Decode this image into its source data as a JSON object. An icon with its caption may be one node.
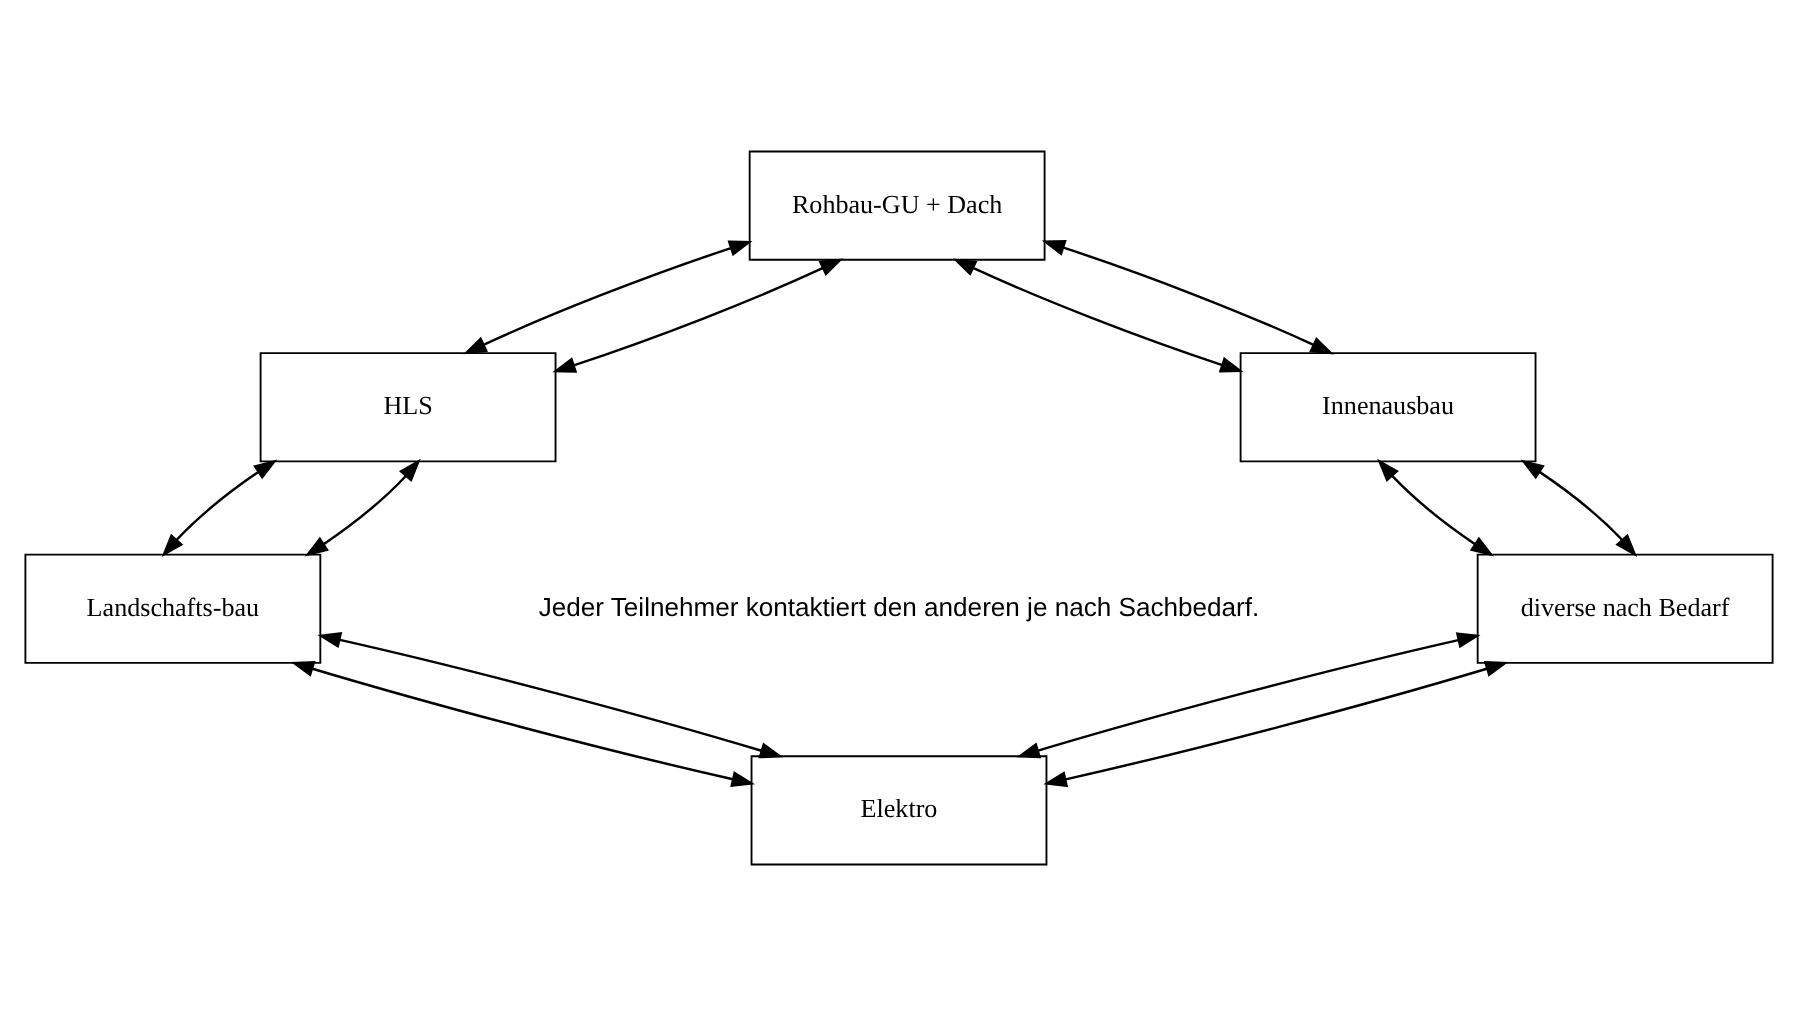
{
  "diagram": {
    "nodes": [
      {
        "text": [
          "Rohbau-GU + Dach"
        ]
      },
      {
        "text": [
          "HLS"
        ]
      },
      {
        "text": [
          "Innenausbau"
        ]
      },
      {
        "text": [
          "Landschafts-bau"
        ]
      },
      {
        "text": [
          "diverse nach Bedarf"
        ]
      },
      {
        "text": [
          "Elektro"
        ]
      }
    ],
    "edges": [
      {
        "from": 0,
        "to": 1,
        "arrow": "both"
      },
      {
        "from": 0,
        "to": 1,
        "arrow": "both"
      },
      {
        "from": 0,
        "to": 2,
        "arrow": "both"
      },
      {
        "from": 0,
        "to": 2,
        "arrow": "both"
      },
      {
        "from": 1,
        "to": 3,
        "arrow": "both"
      },
      {
        "from": 1,
        "to": 3,
        "arrow": "both"
      },
      {
        "from": 2,
        "to": 4,
        "arrow": "both"
      },
      {
        "from": 2,
        "to": 4,
        "arrow": "both"
      },
      {
        "from": 3,
        "to": 5,
        "arrow": "both"
      },
      {
        "from": 3,
        "to": 5,
        "arrow": "both"
      },
      {
        "from": 4,
        "to": 5,
        "arrow": "both"
      },
      {
        "from": 4,
        "to": 5,
        "arrow": "both"
      }
    ],
    "labels": [
      "Jeder Teilnehmer kontaktiert den anderen je nach Sachbedarf."
    ]
  }
}
